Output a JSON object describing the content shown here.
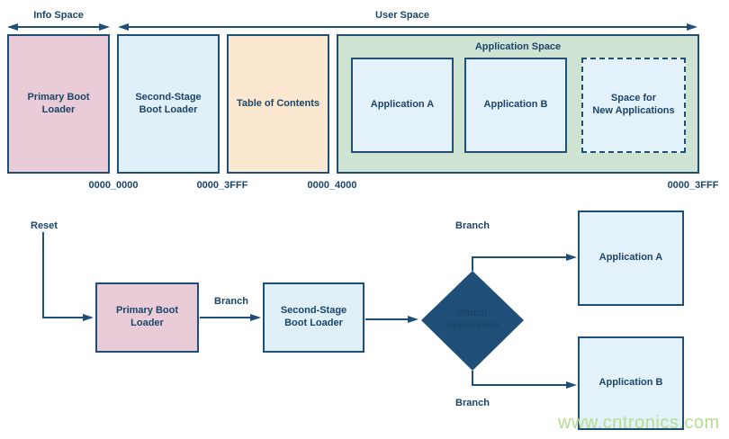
{
  "memory_map": {
    "info_space_label": "Info Space",
    "user_space_label": "User Space",
    "regions": {
      "primary_boot_loader": "Primary Boot\nLoader",
      "second_stage_boot_loader": "Second-Stage\nBoot Loader",
      "table_of_contents": "Table of Contents"
    },
    "application_space": {
      "title": "Application Space",
      "application_a": "Application A",
      "application_b": "Application B",
      "space_for_new": "Space for\nNew Applications"
    },
    "addresses": [
      "0000_0000",
      "0000_3FFF",
      "0000_4000",
      "0000_3FFF"
    ]
  },
  "flowchart": {
    "reset_label": "Reset",
    "branch_label": "Branch",
    "primary_boot_loader": "Primary Boot\nLoader",
    "second_stage_boot_loader": "Second-Stage\nBoot Loader",
    "decision": "Which\nApplication",
    "application_a": "Application A",
    "application_b": "Application B"
  },
  "watermark": "www.cntronics.com",
  "colors": {
    "outline_navy": "#1f4e79",
    "text_navy": "#1a4468",
    "region_pink": "#e9ccd7",
    "region_light_blue": "#dff0f8",
    "region_peach": "#fce8d1",
    "region_green": "#cfe3d3",
    "inner_box_blue": "#e3f2fa",
    "decision_teal": "#5ec5da",
    "watermark_green": "#b4de8e"
  }
}
